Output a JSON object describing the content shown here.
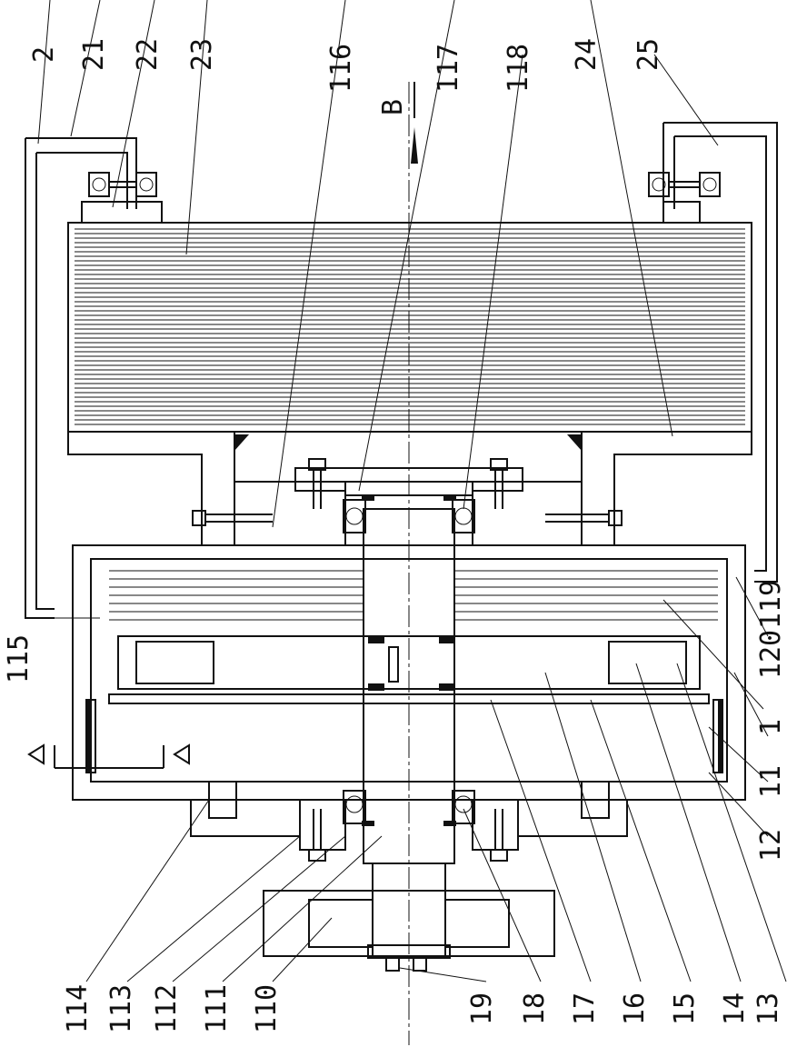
{
  "figure": {
    "section_label": "B",
    "labels_top": [
      "2",
      "21",
      "22",
      "23",
      "116",
      "117",
      "118",
      "24",
      "25"
    ],
    "labels_right": [
      "119",
      "120",
      "1",
      "11",
      "12"
    ],
    "labels_left": [
      "115"
    ],
    "labels_bottom": [
      "114",
      "113",
      "112",
      "111",
      "110",
      "19",
      "18",
      "17",
      "16",
      "15",
      "14",
      "13"
    ]
  }
}
